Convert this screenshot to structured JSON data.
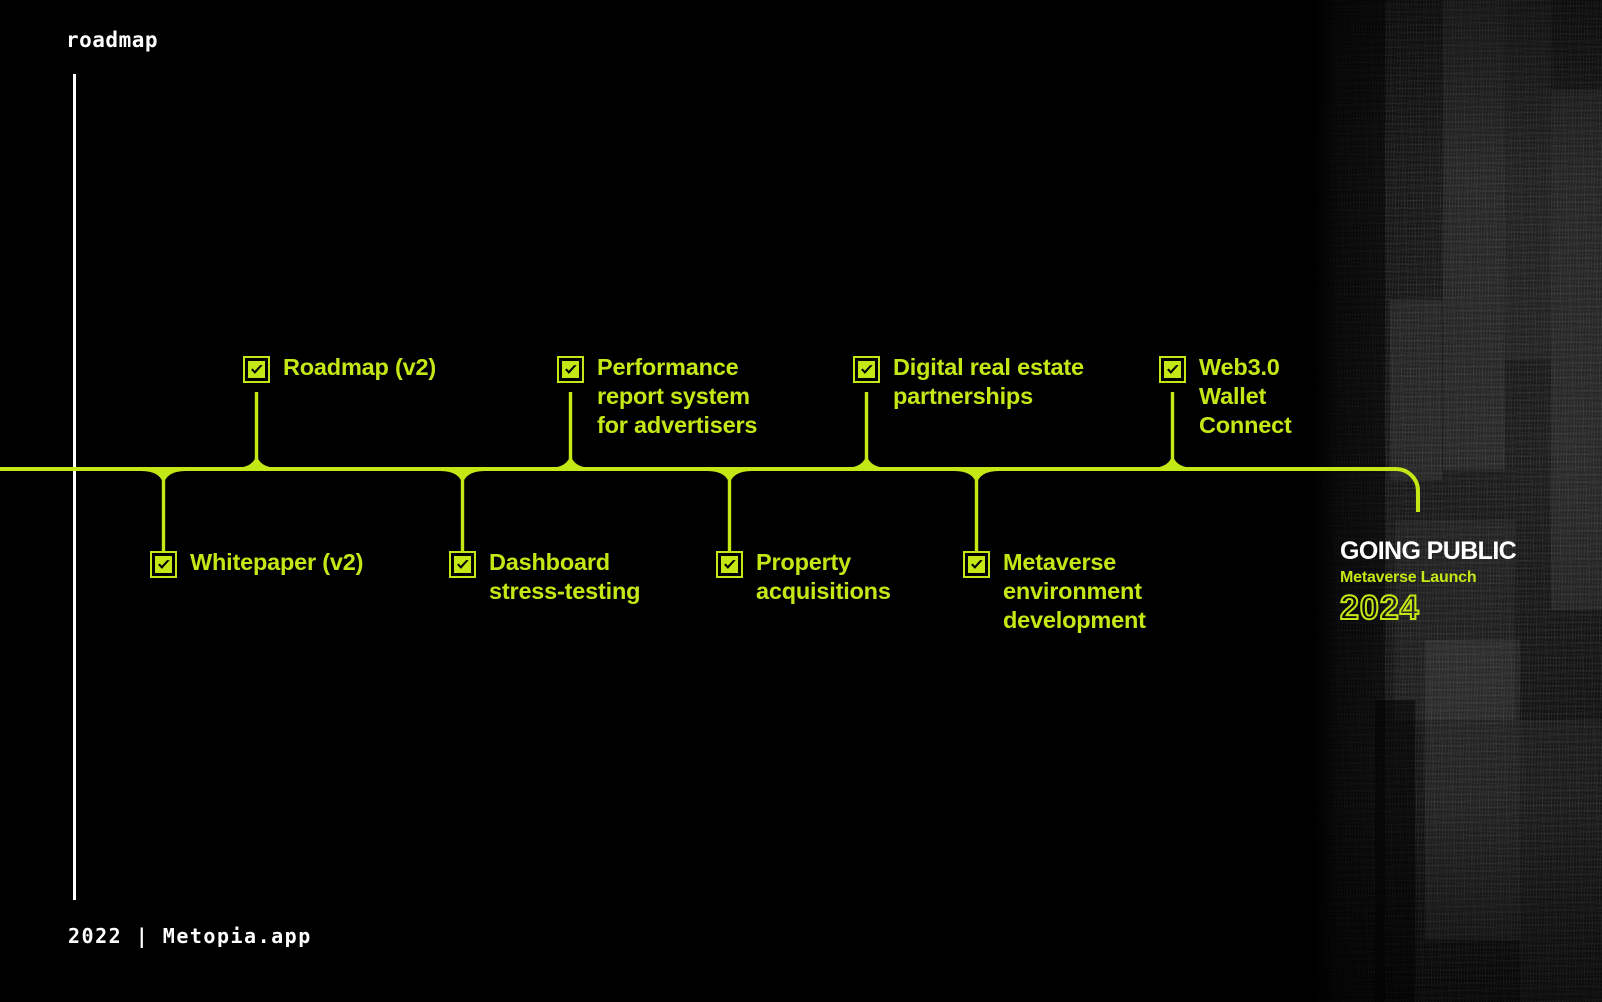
{
  "meta": {
    "kicker": "roadmap",
    "footer": "2022 | Metopia.app",
    "accent_color": "#c3e816",
    "background_color": "#000000",
    "text_color": "#ffffff"
  },
  "timeline": {
    "milestones_above": [
      {
        "label": "Roadmap (v2)",
        "checked": true
      },
      {
        "label": "Performance\nreport system\nfor advertisers",
        "checked": true
      },
      {
        "label": "Digital real estate\npartnerships",
        "checked": true
      },
      {
        "label": "Web3.0\nWallet\nConnect",
        "checked": true
      }
    ],
    "milestones_below": [
      {
        "label": "Whitepaper (v2)",
        "checked": true
      },
      {
        "label": "Dashboard\nstress-testing",
        "checked": true
      },
      {
        "label": "Property\nacquisitions",
        "checked": true
      },
      {
        "label": "Metaverse\nenvironment\ndevelopment",
        "checked": true
      }
    ]
  },
  "going_public": {
    "title": "GOING PUBLIC",
    "subtitle": "Metaverse Launch",
    "year": "2024"
  }
}
